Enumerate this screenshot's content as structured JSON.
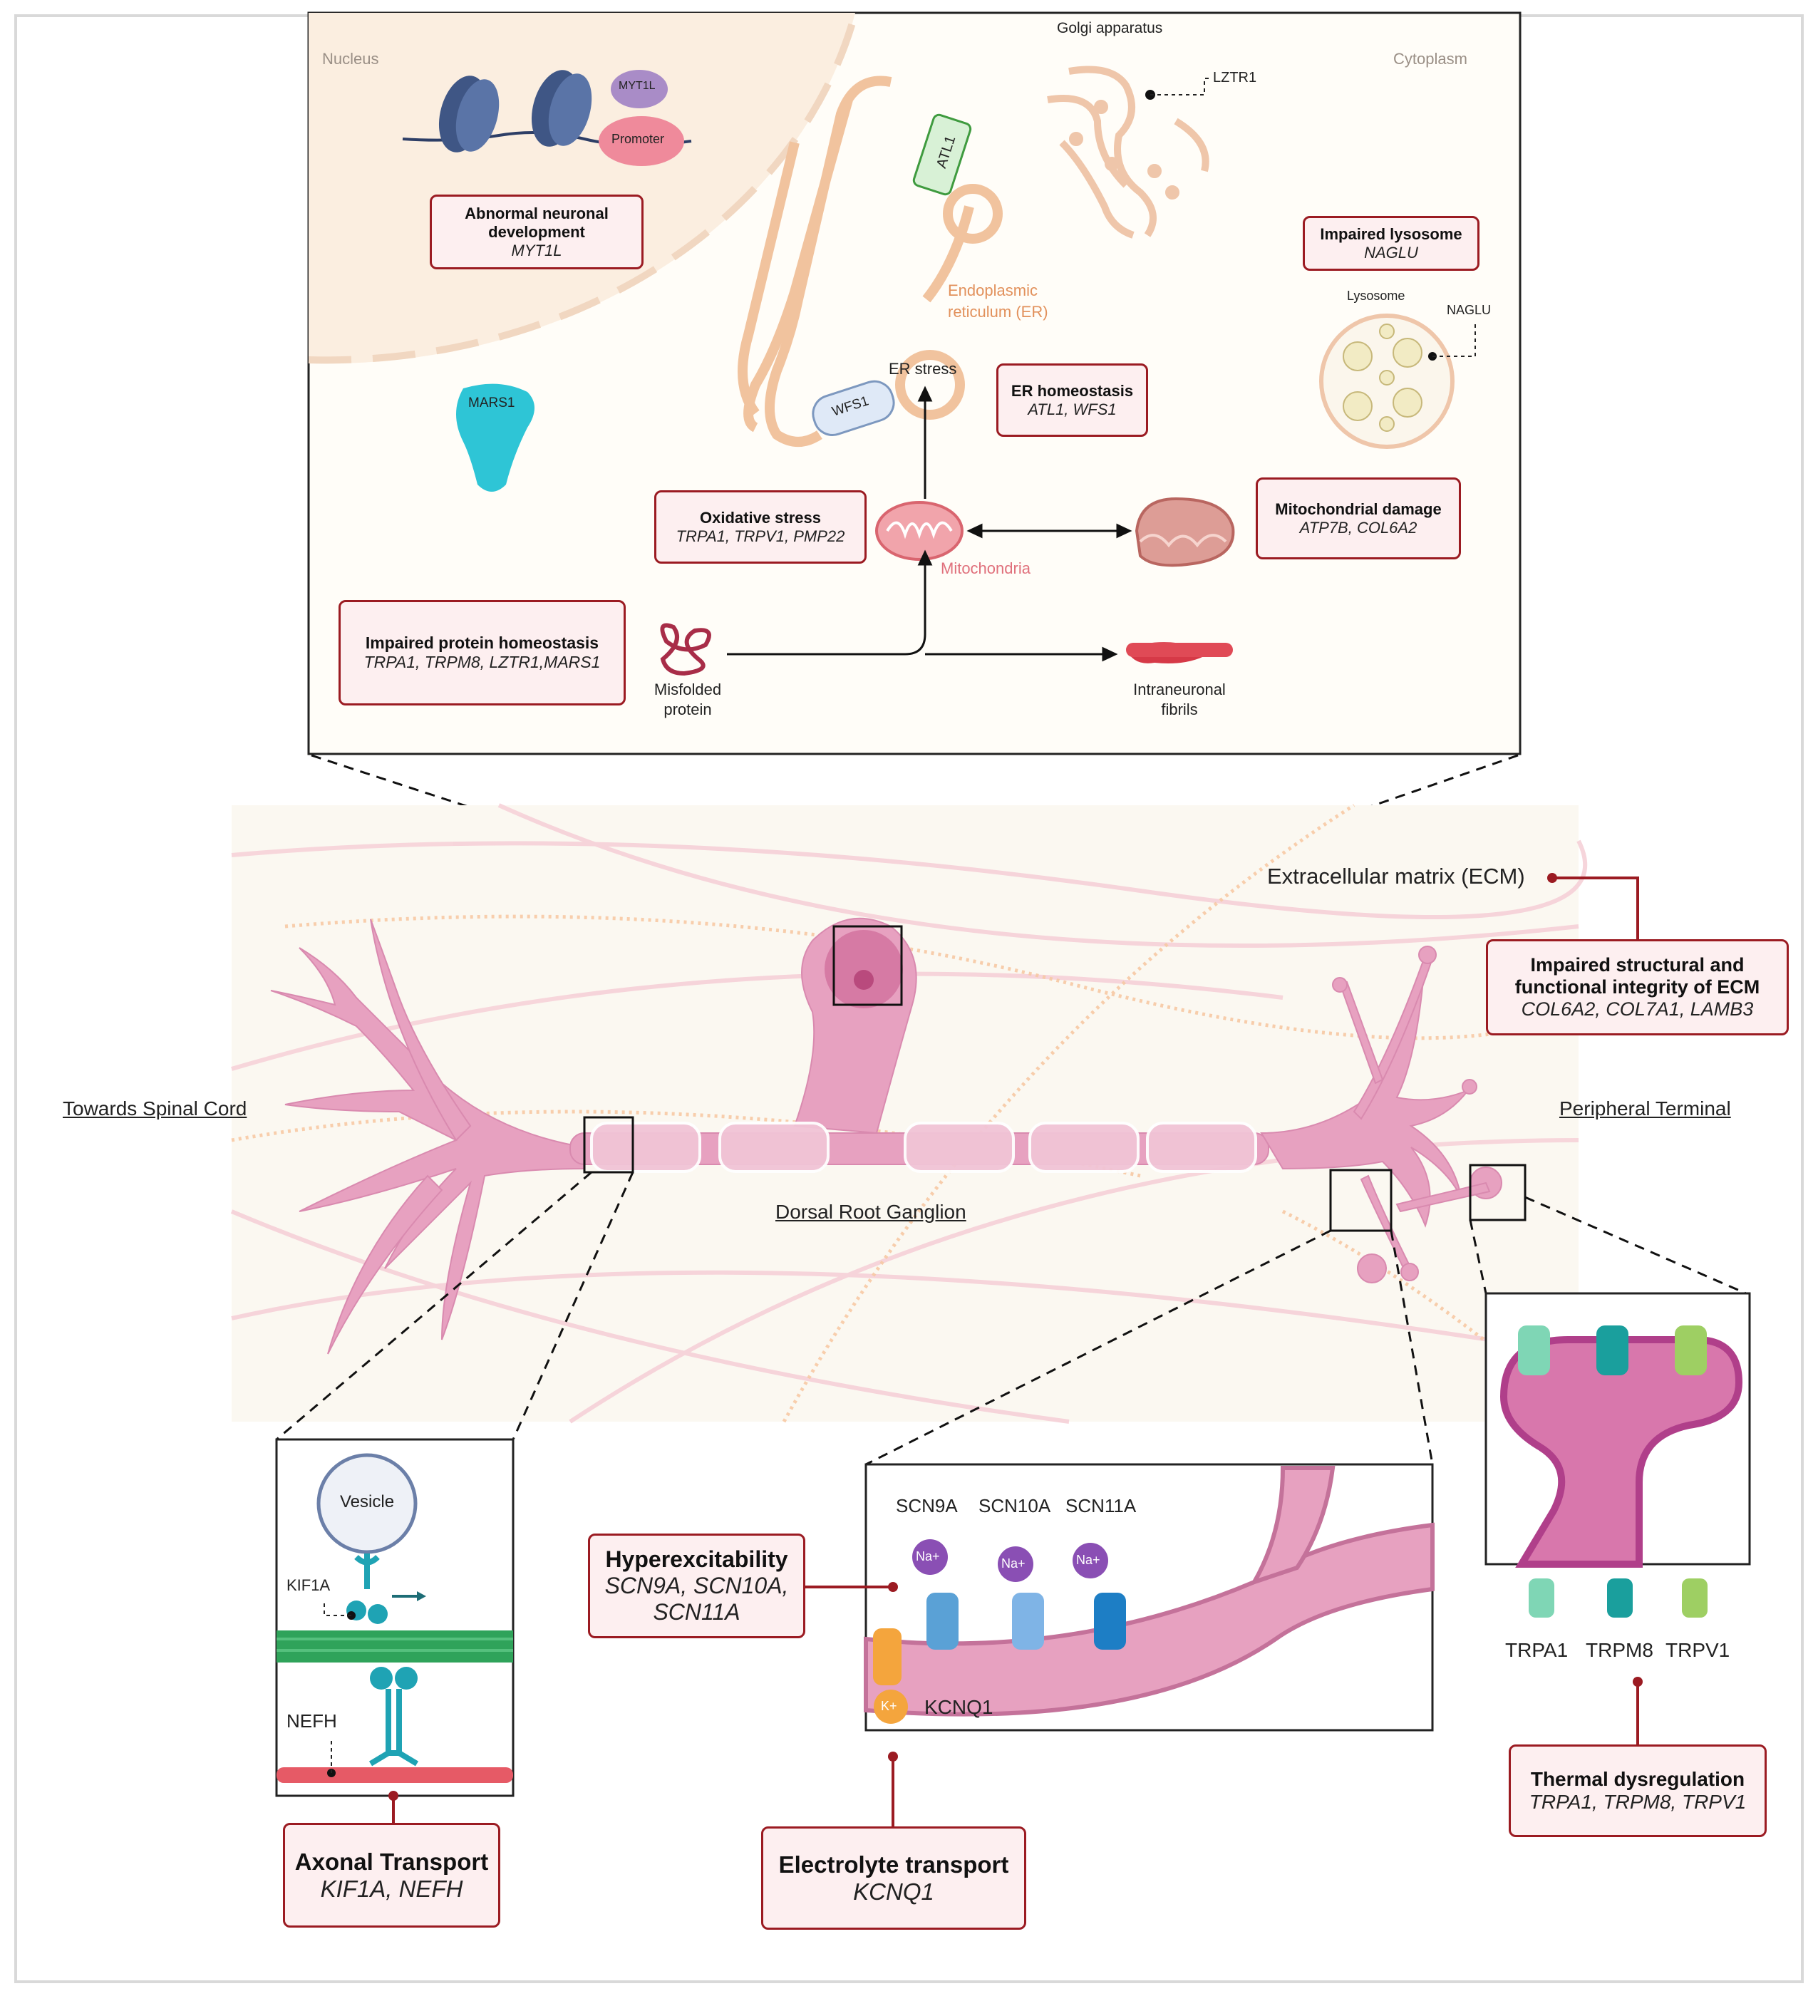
{
  "inset_top": {
    "nucleus_label": "Nucleus",
    "cytoplasm_label": "Cytoplasm",
    "golgi_label": "Golgi apparatus",
    "lztr1_label": "LZTR1",
    "myt1l_label": "MYT1L",
    "promoter_label": "Promoter",
    "atl1_label": "ATL1",
    "er_label_1": "Endoplasmic",
    "er_label_2": "reticulum (ER)",
    "er_stress_label": "ER stress",
    "wfs1_label": "WFS1",
    "mars1_label": "MARS1",
    "lysosome_label": "Lysosome",
    "naglu_label": "NAGLU",
    "mitochondria_label": "Mitochondria",
    "misfolded_1": "Misfolded",
    "misfolded_2": "protein",
    "fibrils_1": "Intraneuronal",
    "fibrils_2": "fibrils",
    "boxes": {
      "neuronal_dev": {
        "title_1": "Abnormal neuronal",
        "title_2": "development",
        "genes": "MYT1L"
      },
      "lysosome": {
        "title": "Impaired lysosome",
        "genes": "NAGLU"
      },
      "er_homeostasis": {
        "title": "ER homeostasis",
        "genes": "ATL1, WFS1"
      },
      "oxidative": {
        "title": "Oxidative stress",
        "genes": "TRPA1, TRPV1, PMP22"
      },
      "mito_damage": {
        "title": "Mitochondrial damage",
        "genes": "ATP7B, COL6A2"
      },
      "protein": {
        "title": "Impaired protein homeostasis",
        "genes": "TRPA1, TRPM8, LZTR1,MARS1"
      }
    }
  },
  "neuron": {
    "ecm_label": "Extracellular matrix (ECM)",
    "towards_spinal": "Towards Spinal Cord",
    "peripheral": "Peripheral Terminal",
    "drg": "Dorsal Root Ganglion",
    "ecm_box": {
      "title_1": "Impaired structural and",
      "title_2": "functional integrity of ECM",
      "genes": "COL6A2, COL7A1, LAMB3"
    }
  },
  "axonal_inset": {
    "vesicle": "Vesicle",
    "kif1a": "KIF1A",
    "nefh": "NEFH",
    "box": {
      "title": "Axonal Transport",
      "genes": "KIF1A, NEFH"
    }
  },
  "channel_inset": {
    "scn9a": "SCN9A",
    "scn10a": "SCN10A",
    "scn11a": "SCN11A",
    "na": "Na+",
    "k": "K+",
    "kcnq1": "KCNQ1",
    "hyper_box": {
      "title": "Hyperexcitability",
      "genes_1": "SCN9A, SCN10A,",
      "genes_2": "SCN11A"
    },
    "electro_box": {
      "title": "Electrolyte transport",
      "genes": "KCNQ1"
    }
  },
  "terminal_inset": {
    "trpa1": "TRPA1",
    "trpm8": "TRPM8",
    "trpv1": "TRPV1",
    "box": {
      "title": "Thermal dysregulation",
      "genes": "TRPA1, TRPM8, TRPV1"
    }
  },
  "colors": {
    "box_border": "#9b1b22",
    "box_fill": "#fdeff0",
    "neuron_pink": "#e7a1c0",
    "er_orange": "#f1b98d",
    "channel_teal": "#1fa3b4",
    "na_purple": "#8a4fb4"
  }
}
